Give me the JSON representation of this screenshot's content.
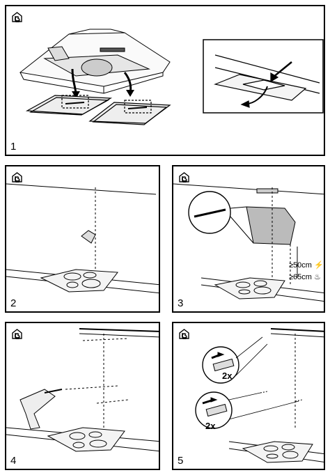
{
  "steps": [
    {
      "number": "1"
    },
    {
      "number": "2"
    },
    {
      "number": "3"
    },
    {
      "number": "4"
    },
    {
      "number": "5"
    }
  ],
  "step3": {
    "dist1": "≥50cm ⚡",
    "dist2": "≥65cm ♨"
  },
  "step5": {
    "qty_top": "2x",
    "qty_bottom": "2x"
  },
  "icons": [
    "chimney-house-icon",
    "recirculation-house-icon"
  ]
}
